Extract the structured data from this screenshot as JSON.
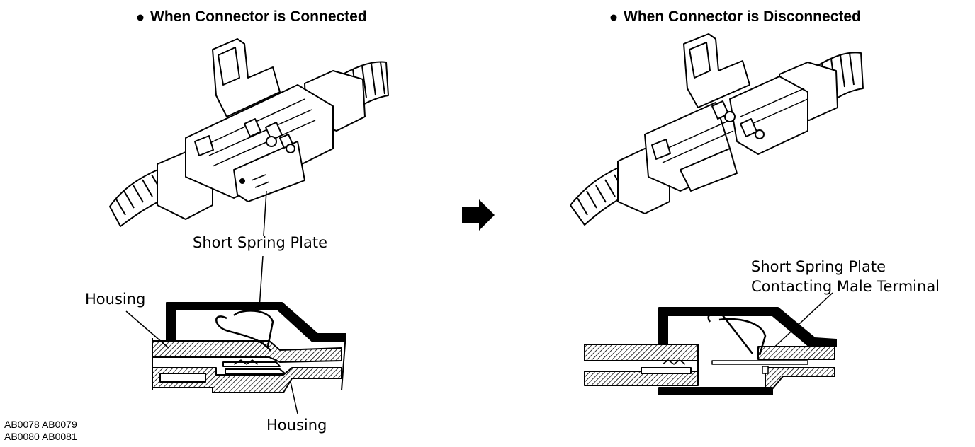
{
  "left_panel": {
    "title": "When Connector is Connected",
    "callout_spring": "Short Spring Plate",
    "callout_housing_top": "Housing",
    "callout_housing_bottom": "Housing"
  },
  "right_panel": {
    "title": "When Connector is Disconnected",
    "callout_line1": "Short Spring Plate",
    "callout_line2": "Contacting Male Terminal"
  },
  "figure_codes": {
    "line1": "AB0078 AB0079",
    "line2": "AB0080 AB0081"
  },
  "icons": {
    "bullet": "bullet-dot",
    "transition": "right-arrow-icon"
  }
}
